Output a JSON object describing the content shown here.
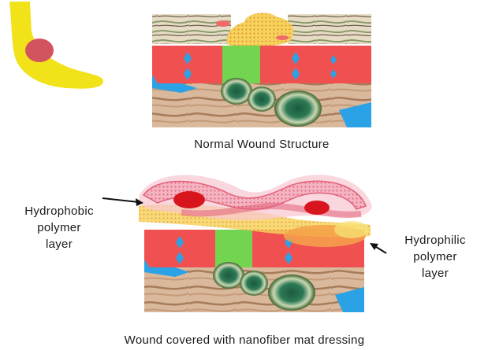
{
  "figure": {
    "top_caption": "Normal Wound Structure",
    "bottom_caption": "Wound covered with nanofiber mat dressing",
    "label_left_lines": [
      "Hydrophobic",
      "polymer",
      "layer"
    ],
    "label_right_lines": [
      "Hydrophilic",
      "polymer",
      "layer"
    ]
  },
  "colors": {
    "foot": "#f2e21a",
    "wound_spot": "#d2545e",
    "epidermis_red": "#f0504f",
    "granulation_green": "#73d44f",
    "fluid_blue": "#2ca2e6",
    "tissue_tan": "#d4b294",
    "tissue_stripe": "#a77c5a",
    "hydrophobic_pink": "#f3a3b4",
    "hydrophilic_yellow": "#f5d35a",
    "exudate_red": "#d8141d",
    "mineral_green": "#4b7c4a",
    "mineral_dark": "#1f4a36",
    "arrow": "#111111"
  },
  "icons": {
    "foot": "foot-icon",
    "arrow_left": "arrow-icon",
    "arrow_right": "arrow-icon"
  }
}
